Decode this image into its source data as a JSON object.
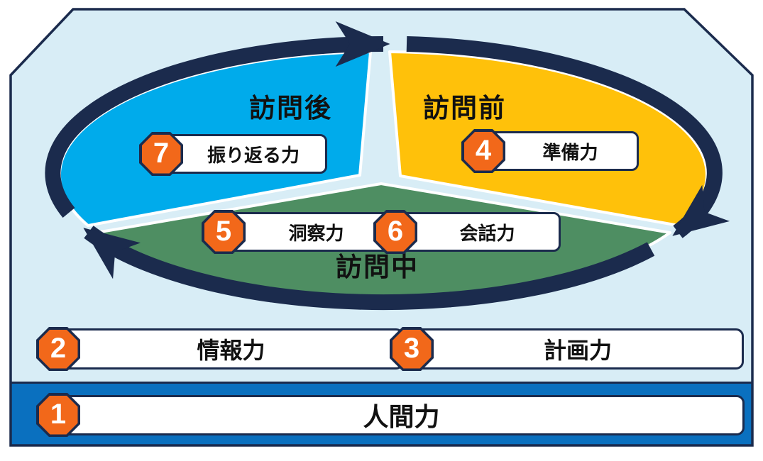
{
  "cycle": {
    "flow": "clockwise",
    "sections": [
      {
        "id": "after-visit",
        "label": "訪問後",
        "color": "#00ABEB",
        "skills": [
          {
            "num": "7",
            "label": "振り返る力"
          }
        ]
      },
      {
        "id": "before-visit",
        "label": "訪問前",
        "color": "#FFC10A",
        "skills": [
          {
            "num": "4",
            "label": "準備力"
          }
        ]
      },
      {
        "id": "during-visit",
        "label": "訪問中",
        "color": "#4E8E62",
        "skills": [
          {
            "num": "5",
            "label": "洞察力"
          },
          {
            "num": "6",
            "label": "会話力"
          }
        ]
      }
    ]
  },
  "foundation": {
    "rows": [
      {
        "num": "2",
        "label": "情報力"
      },
      {
        "num": "3",
        "label": "計画力"
      },
      {
        "num": "1",
        "label": "人間力"
      }
    ]
  },
  "colors": {
    "background": "#D8EDF6",
    "navy": "#1B2B4D",
    "blue": "#00ABEB",
    "yellow": "#FFC10A",
    "green": "#4E8E62",
    "orange": "#F2681A",
    "band_blue": "#0A70BF",
    "white": "#FFFFFF",
    "text": "#111111"
  }
}
